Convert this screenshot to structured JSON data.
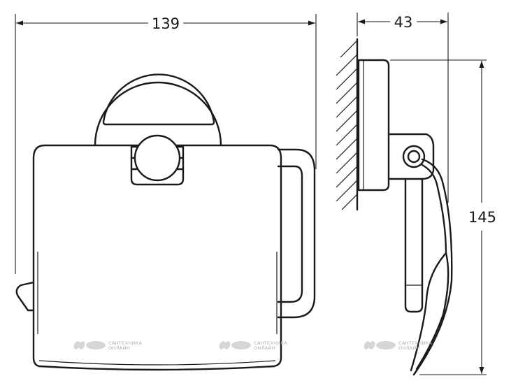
{
  "dimensions": {
    "width": "139",
    "depth": "43",
    "height": "145"
  },
  "watermark": {
    "line1": "САНТЕХНИКА",
    "line2": "ОНЛАЙН"
  }
}
